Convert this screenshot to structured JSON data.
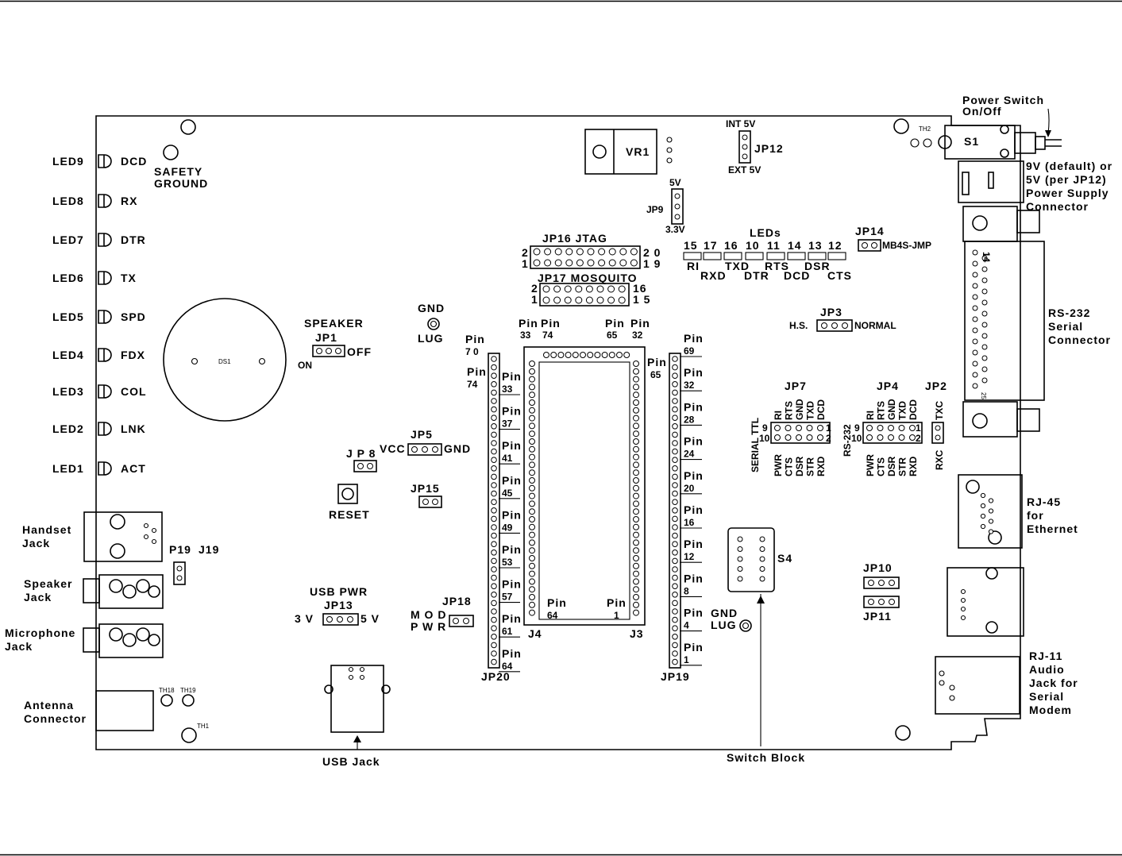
{
  "leds": [
    {
      "name": "LED9",
      "sig": "DCD"
    },
    {
      "name": "LED8",
      "sig": "RX"
    },
    {
      "name": "LED7",
      "sig": "DTR"
    },
    {
      "name": "LED6",
      "sig": "TX"
    },
    {
      "name": "LED5",
      "sig": "SPD"
    },
    {
      "name": "LED4",
      "sig": "FDX"
    },
    {
      "name": "LED3",
      "sig": "COL"
    },
    {
      "name": "LED2",
      "sig": "LNK"
    },
    {
      "name": "LED1",
      "sig": "ACT"
    }
  ],
  "left": {
    "safety1": "SAFETY",
    "safety2": "GROUND",
    "ds1": "DS1",
    "handset1": "Handset",
    "handset2": "Jack",
    "speaker1": "Speaker",
    "speaker2": "Jack",
    "mic1": "Microphone",
    "mic2": "Jack",
    "ant1": "Antenna",
    "ant2": "Connector",
    "p19": "P19",
    "j19": "J19",
    "th18": "TH18",
    "th19": "TH19",
    "th1": "TH1"
  },
  "center": {
    "speaker": "SPEAKER",
    "jp1": "JP1",
    "off": "OFF",
    "on": "ON",
    "gnd": "GND",
    "lug": "LUG",
    "jp8": "J P 8",
    "jp5": "JP5",
    "vcc": "VCC",
    "gnd2": "GND",
    "reset": "RESET",
    "jp15": "JP15",
    "usbpwr": "USB PWR",
    "jp13": "JP13",
    "v3": "3 V",
    "v5": "5 V",
    "jp18": "JP18",
    "mod": "M O D",
    "pwr": "P W R",
    "usbjack": "USB  Jack",
    "vr1": "VR1",
    "int5v": "INT 5V",
    "ext5v": "EXT 5V",
    "jp12": "JP12",
    "v5b": "5V",
    "jp9": "JP9",
    "v33": "3.3V",
    "jp16": "JP16   JTAG",
    "jp17": "JP17 MOSQUITO",
    "n2": "2",
    "n1": "1",
    "n20": "2 0",
    "n19": "1 9",
    "n16": "16",
    "n15": "1 5",
    "pin": "Pin",
    "p33": "33",
    "p74": "74",
    "p65": "65",
    "p32": "32",
    "p70": "7 0",
    "p64": "64",
    "p1": "1",
    "j4": "J4",
    "j3": "J3",
    "jp20": "JP20",
    "jp19": "JP19",
    "gndlug1": "GND",
    "gndlug2": "LUG",
    "s4": "S4",
    "switchblock": "Switch Block"
  },
  "jp20_labels": [
    "33",
    "37",
    "41",
    "45",
    "49",
    "53",
    "57",
    "61",
    "64"
  ],
  "jp19_labels": [
    "69",
    "32",
    "28",
    "24",
    "20",
    "16",
    "12",
    "8",
    "4",
    "1"
  ],
  "right": {
    "leds_title": "LEDs",
    "led_nums": [
      "15",
      "17",
      "16",
      "10",
      "11",
      "14",
      "13",
      "12"
    ],
    "led_sigs_top": [
      "RI",
      "TXD",
      "RTS",
      "DSR"
    ],
    "led_sigs_bot": [
      "RXD",
      "DTR",
      "DCD",
      "CTS"
    ],
    "jp14": "JP14",
    "mb4s": "MB4S-JMP",
    "jp3": "JP3",
    "hs": "H.S.",
    "normal": "NORMAL",
    "jp7": "JP7",
    "serialttl": "SERIAL TTL",
    "n9": "9",
    "n10": "10",
    "n1": "1",
    "n2": "2",
    "jp7_top": [
      "RI",
      "RTS",
      "GND",
      "TXD",
      "DCD"
    ],
    "jp7_bot": [
      "PWR",
      "CTS",
      "DSR",
      "STR",
      "RXD"
    ],
    "jp4": "JP4",
    "rs232": "RS-232",
    "n9b": "9",
    "n10b": "10",
    "n1b": "1",
    "n2b": "2",
    "jp4_top": [
      "RI",
      "RTS",
      "GND",
      "TXD",
      "DCD"
    ],
    "jp4_bot": [
      "PWR",
      "CTS",
      "DSR",
      "STR",
      "RXD"
    ],
    "jp2": "JP2",
    "txc": "TXC",
    "rxc": "RXC",
    "jp10": "JP10",
    "jp11": "JP11",
    "s1": "S1",
    "th2": "TH2",
    "pwrsw1": "Power Switch",
    "pwrsw2": "On/Off",
    "supply": [
      "9V (default) or",
      "5V (per JP12)",
      "Power Supply",
      "Connector"
    ],
    "rs232c": [
      "RS-232",
      "Serial",
      "Connector"
    ],
    "rj45": [
      "RJ-45",
      "for",
      "Ethernet"
    ],
    "rj11": [
      "RJ-11",
      "Audio",
      "Jack for",
      "Serial",
      "Modem"
    ],
    "db14": "14",
    "db25": "25"
  }
}
